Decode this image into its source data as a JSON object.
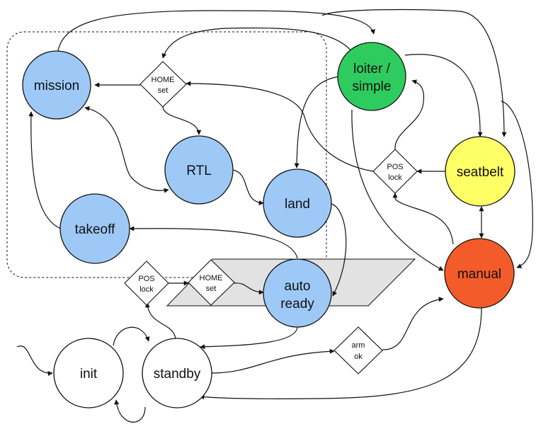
{
  "colors": {
    "idle": "#ffffff",
    "auto": "#9ec9f7",
    "loiter": "#2ecc5f",
    "seatbelt": "#ffff66",
    "manual": "#f45b2a",
    "parallelogram": "#e2e2e2"
  },
  "states": {
    "mission": "mission",
    "rtl": "RTL",
    "land": "land",
    "takeoff": "takeoff",
    "loiter_line1": "loiter /",
    "loiter_line2": "simple",
    "seatbelt": "seatbelt",
    "manual": "manual",
    "auto_line1": "auto",
    "auto_line2": "ready",
    "init": "init",
    "standby": "standby"
  },
  "conditions": {
    "home_top_line1": "HOME",
    "home_top_line2": "set",
    "pos_right_line1": "POS",
    "pos_right_line2": "lock",
    "pos_bottom_line1": "POS",
    "pos_bottom_line2": "lock",
    "home_bottom_line1": "HOME",
    "home_bottom_line2": "set",
    "arm_line1": "arm",
    "arm_line2": "ok"
  }
}
